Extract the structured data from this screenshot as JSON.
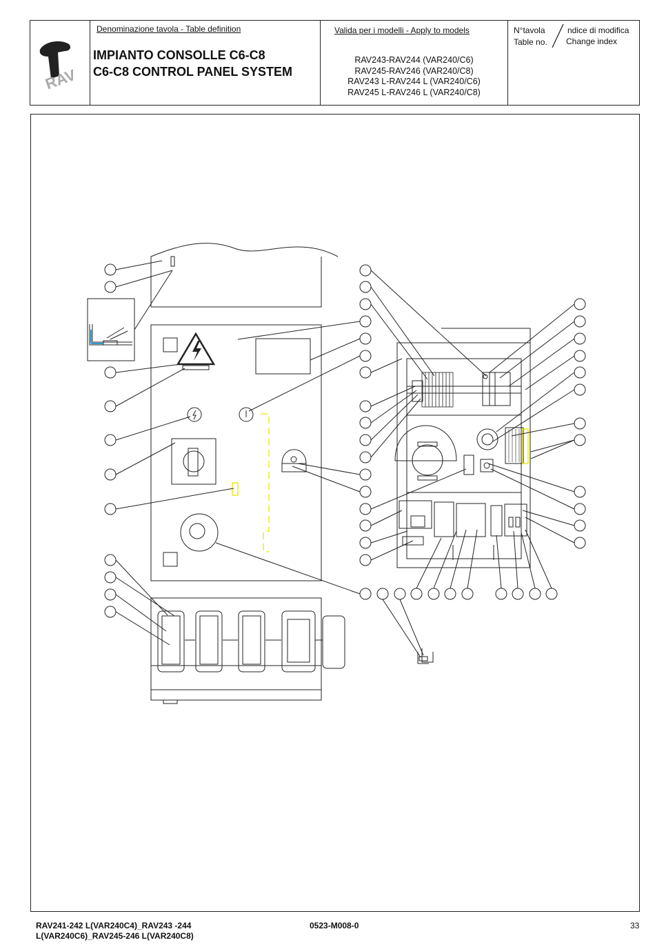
{
  "header": {
    "brand": "RAV",
    "table_definition_label": "Denominazione tavola - Table definition",
    "title_it": "IMPIANTO CONSOLLE C6-C8",
    "title_en": "C6-C8 CONTROL PANEL SYSTEM",
    "valid_models_label": "Valida per i modelli - Apply to models",
    "models": [
      "RAV243-RAV244  (VAR240/C6)",
      "RAV245-RAV246  (VAR240/C8)",
      "RAV243 L-RAV244 L  (VAR240/C6)",
      "RAV245 L-RAV246 L  (VAR240/C8)"
    ],
    "table_no_it": "N°tavola",
    "table_no_en": "Table no.",
    "change_index_it": "ndice di modifica",
    "change_index_en": "Change index"
  },
  "footer": {
    "left_line1": "RAV241-242 L(VAR240C4)_RAV243 -244",
    "left_line2": "L(VAR240C6)_RAV245-246 L(VAR240C8)",
    "code": "0523-M008-0",
    "page": "33"
  },
  "colors": {
    "line": "#222222",
    "highlight": "#e6e600"
  }
}
